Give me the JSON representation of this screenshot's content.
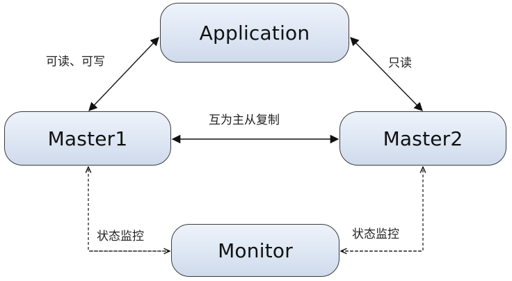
{
  "diagram": {
    "nodes": {
      "application": "Application",
      "master1": "Master1",
      "master2": "Master2",
      "monitor": "Monitor"
    },
    "edges": {
      "app_m1": "可读、可写",
      "app_m2": "只读",
      "m1_m2": "互为主从复制",
      "mon_m1": "状态监控",
      "mon_m2": "状态监控"
    },
    "colors": {
      "node_fill": "#dde6f3",
      "node_border": "#3a3a3a",
      "line": "#111111"
    }
  }
}
